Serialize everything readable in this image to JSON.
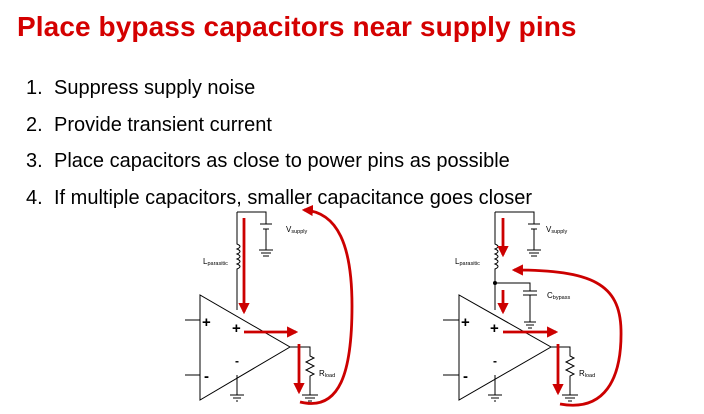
{
  "slide": {
    "title": "Place bypass capacitors near supply pins",
    "points": [
      {
        "num": "1.",
        "text": "Suppress supply noise"
      },
      {
        "num": "2.",
        "text": "Provide transient current"
      },
      {
        "num": "3.",
        "text": "Place capacitors as close to power pins as possible"
      },
      {
        "num": "4.",
        "text": "If multiple capacitors, smaller capacitance goes closer"
      }
    ]
  },
  "circuit_left": {
    "inductor_label": "L",
    "inductor_sub": "parasitic",
    "supply_label": "V",
    "supply_sub": "supply",
    "load_label": "R",
    "load_sub": "load",
    "plus": "+",
    "minus": "-"
  },
  "circuit_right": {
    "inductor_label": "L",
    "inductor_sub": "parasitic",
    "supply_label": "V",
    "supply_sub": "supply",
    "cap_label": "C",
    "cap_sub": "bypass",
    "load_label": "R",
    "load_sub": "load",
    "plus": "+",
    "minus": "-"
  },
  "colors": {
    "title": "#d40000",
    "arrow": "#cc0000",
    "wire": "#000000"
  }
}
